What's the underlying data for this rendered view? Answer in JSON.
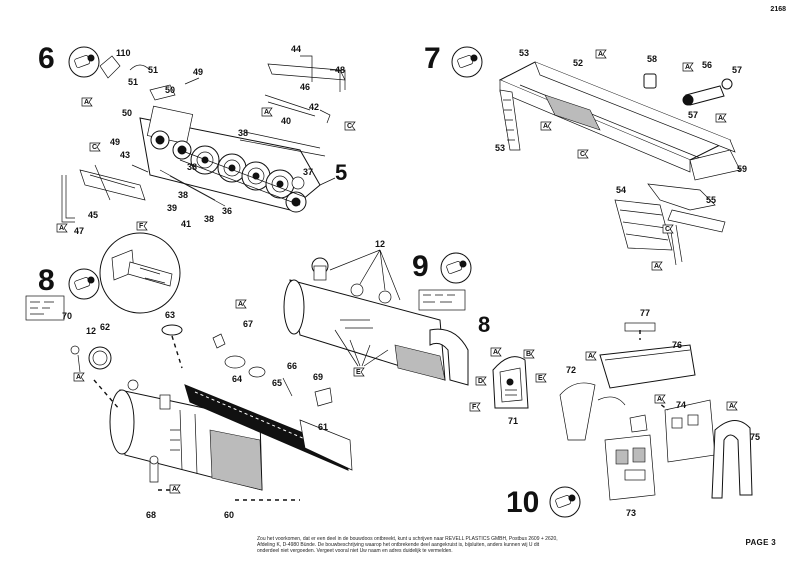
{
  "corner_code": "2168",
  "page_number": "PAGE 3",
  "footer_lines": [
    "Zou het voorkomen, dat er een deel in de bouwdoos ontbreekt, kunt u schrijven naar REVELL PLASTICS GMBH, Postbus 2609 + 2620,",
    "Afdeling K, D-4980 Bünde. De bouwbeschrijving waarop het ontbrekende deel aangekruist is, bijsluiten, anders kunnen wij U dit",
    "onderdeel niet vergoeden. Vergeet vooral niet Uw naam en adres duidelijk te vermelden."
  ],
  "steps": [
    {
      "number": "6",
      "name": "step-6"
    },
    {
      "number": "7",
      "name": "step-7"
    },
    {
      "number": "8",
      "name": "step-8"
    },
    {
      "number": "9",
      "name": "step-9"
    },
    {
      "number": "10",
      "name": "step-10"
    }
  ],
  "callout_5": "5",
  "callout_8": "8",
  "flags": {
    "A": "A",
    "B": "B",
    "C": "C",
    "D": "D",
    "E": "E",
    "F": "F"
  },
  "parts": {
    "p110": "110",
    "p51a": "51",
    "p51b": "51",
    "p49a": "49",
    "p50a": "50",
    "p50b": "50",
    "p49b": "49",
    "p43": "43",
    "p45": "45",
    "p47": "47",
    "p39": "39",
    "p41": "41",
    "p38a": "38",
    "p38b": "38",
    "p38c": "38",
    "p38d": "38",
    "p36": "36",
    "p37": "37",
    "p40": "40",
    "p42": "42",
    "p46": "46",
    "p44": "44",
    "p48": "48",
    "p53a": "53",
    "p53b": "53",
    "p52": "52",
    "p58": "58",
    "p56": "56",
    "p57a": "57",
    "p57b": "57",
    "p59": "59",
    "p54": "54",
    "p55": "55",
    "p12a": "12",
    "p12b": "12",
    "p70": "70",
    "p62": "62",
    "p63": "63",
    "p67": "67",
    "p64": "64",
    "p65": "65",
    "p66": "66",
    "p69": "69",
    "p61": "61",
    "p60": "60",
    "p68": "68",
    "p71": "71",
    "p77": "77",
    "p76": "76",
    "p72": "72",
    "p74": "74",
    "p75": "75",
    "p73": "73"
  }
}
